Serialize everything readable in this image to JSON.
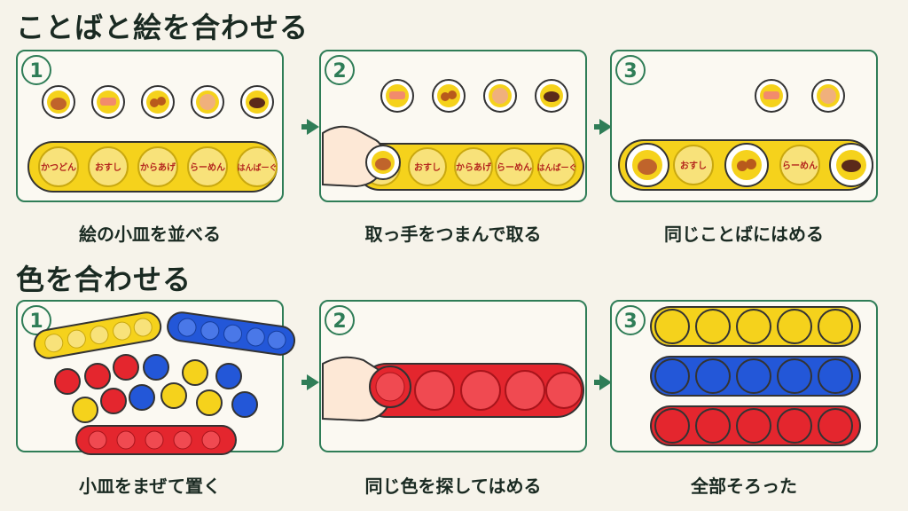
{
  "sections": [
    {
      "title": "ことばと絵を合わせる",
      "steps": [
        {
          "num": "1",
          "caption": "絵の小皿を並べる"
        },
        {
          "num": "2",
          "caption": "取っ手をつまんで取る"
        },
        {
          "num": "3",
          "caption": "同じことばにはめる"
        }
      ]
    },
    {
      "title": "色を合わせる",
      "steps": [
        {
          "num": "1",
          "caption": "小皿をまぜて置く"
        },
        {
          "num": "2",
          "caption": "同じ色を探してはめる"
        },
        {
          "num": "3",
          "caption": "全部そろった"
        }
      ]
    }
  ],
  "words": [
    "かつどん",
    "おすし",
    "からあげ",
    "らーめん",
    "はんばーぐ"
  ],
  "colors": {
    "accent": "#2f7d57",
    "yellow": "#f5d21c",
    "blue": "#2357d8",
    "red": "#e4262e"
  }
}
